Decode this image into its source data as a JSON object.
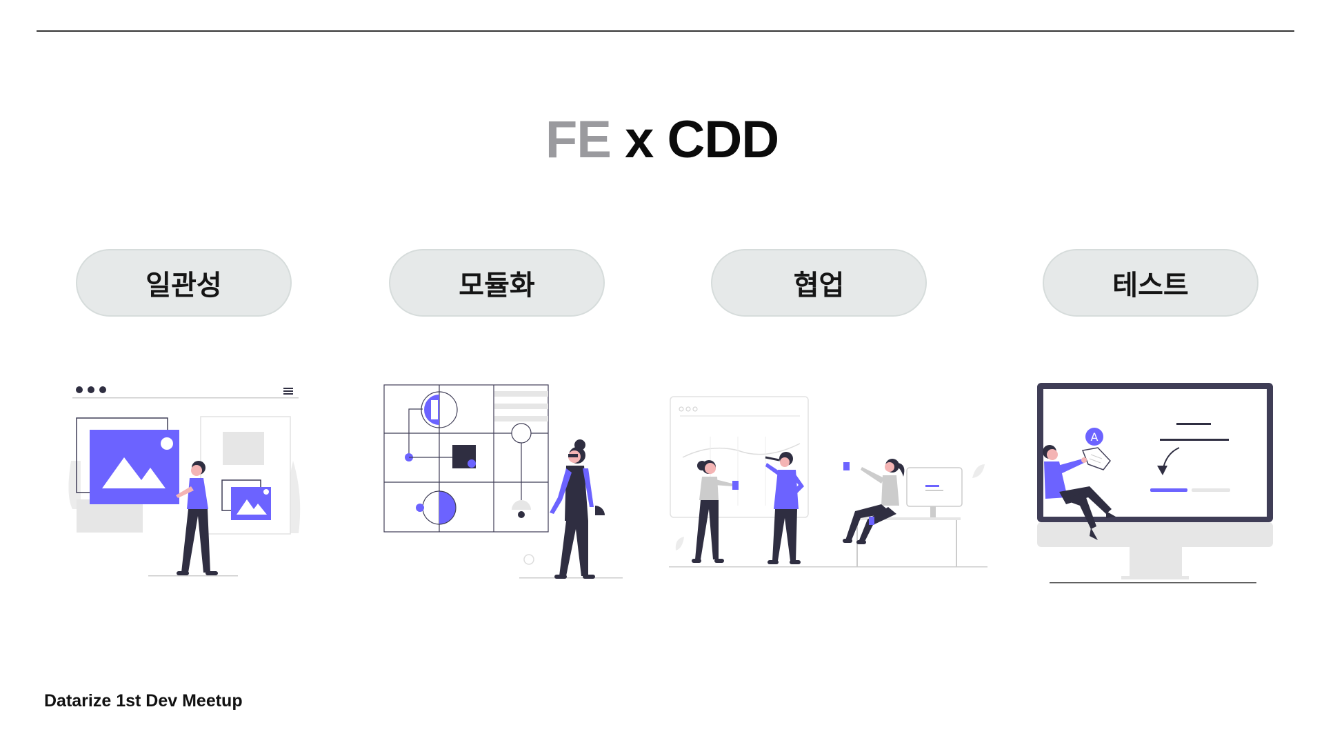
{
  "title": {
    "part1": "FE",
    "part2": " x CDD"
  },
  "topics": [
    {
      "label": "일관성",
      "illustration": "image-gallery-illustration"
    },
    {
      "label": "모듈화",
      "illustration": "modular-blocks-illustration"
    },
    {
      "label": "협업",
      "illustration": "team-collaboration-illustration"
    },
    {
      "label": "테스트",
      "illustration": "testing-monitor-illustration"
    }
  ],
  "footer": "Datarize 1st Dev Meetup",
  "colors": {
    "accent": "#6c63ff",
    "dark": "#2f2e41",
    "gray": "#e6e6e6",
    "title_gray": "#9a9a9e"
  }
}
